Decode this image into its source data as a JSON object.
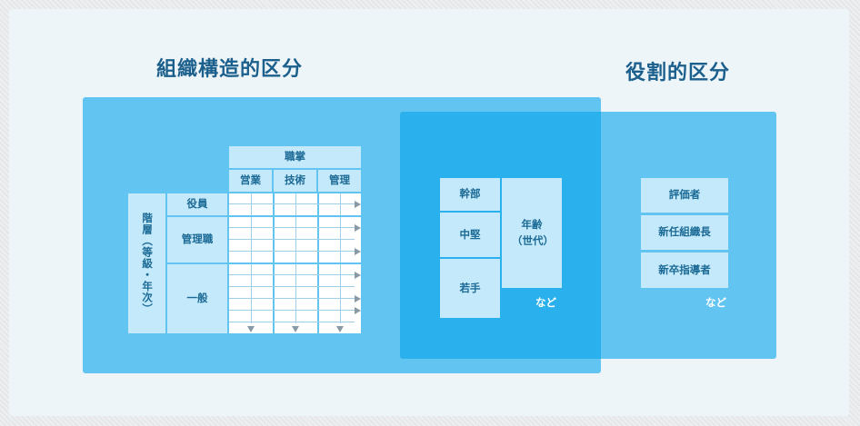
{
  "titles": {
    "organizational": "組織構造的区分",
    "role": "役割的区分"
  },
  "matrix": {
    "job_header": "職掌",
    "job_columns": [
      "営業",
      "技術",
      "管理"
    ],
    "hierarchy_label": "階層（等級・年次）",
    "hierarchy_rows": [
      "役員",
      "管理職",
      "一般"
    ]
  },
  "overlap_segments": {
    "left_column": [
      "幹部",
      "中堅",
      "若手"
    ],
    "age_label": "年齢（世代）",
    "etc": "など"
  },
  "role_segments": {
    "items": [
      "評価者",
      "新任組織長",
      "新卒指導者"
    ],
    "etc": "など"
  },
  "colors": {
    "light_blue": "#62c4f1",
    "mid_blue": "#2ab0ec",
    "pale_cell": "#c4e9fb",
    "title_text": "#1b5f8c"
  }
}
